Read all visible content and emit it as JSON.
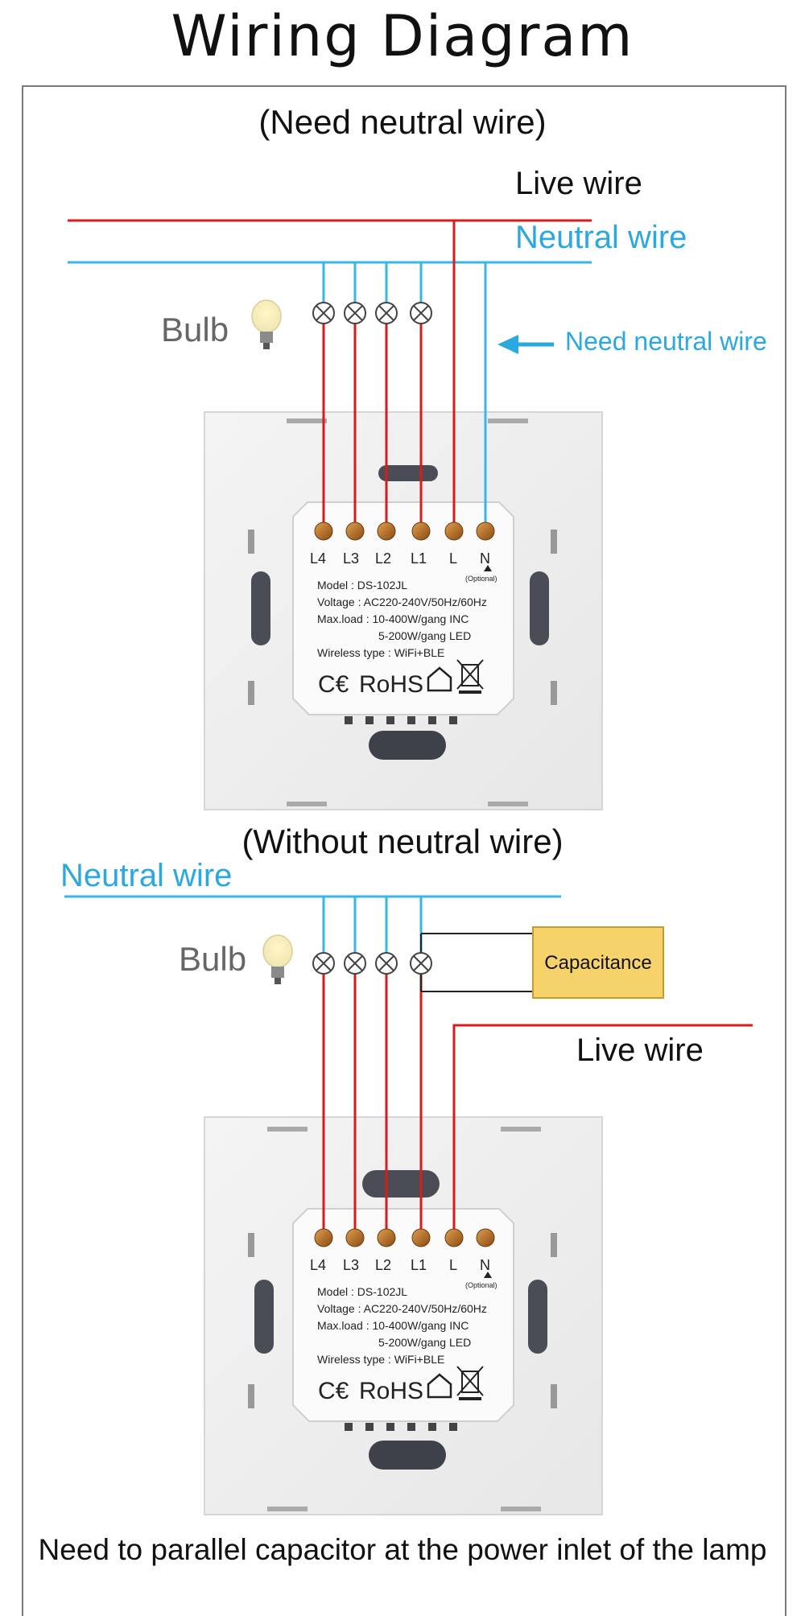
{
  "title": "Wiring Diagram",
  "section1": {
    "heading": "(Need neutral wire)",
    "live_label": "Live wire",
    "neutral_label": "Neutral wire",
    "bulb_label": "Bulb",
    "note": "Need neutral wire"
  },
  "section2": {
    "heading": "(Without neutral wire)",
    "neutral_label": "Neutral wire",
    "bulb_label": "Bulb",
    "capacitor_label": "Capacitance",
    "live_label": "Live wire"
  },
  "module": {
    "terminals": [
      "L4",
      "L3",
      "L2",
      "L1",
      "L",
      "N"
    ],
    "optional": "(Optional)",
    "model": "Model : DS-102JL",
    "voltage": "Voltage : AC220-240V/50Hz/60Hz",
    "maxload": "Max.load : 10-400W/gang  INC",
    "maxload2": "5-200W/gang  LED",
    "wireless": "Wireless type : WiFi+BLE",
    "certs": "RoHS"
  },
  "footer": "Need to parallel capacitor at the power inlet of the lamp",
  "colors": {
    "live": "#d81b1b",
    "neutral": "#38b6e6",
    "capacitor": "#f6d26b"
  }
}
